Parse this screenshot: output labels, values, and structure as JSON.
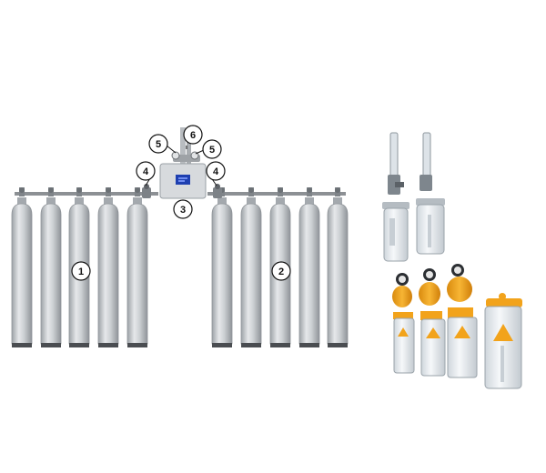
{
  "diagram": {
    "callouts": {
      "bank_left": "1",
      "bank_right": "2",
      "control_unit": "3",
      "valve_left": "4",
      "valve_right": "4",
      "gauge_left": "5",
      "gauge_right": "5",
      "outlet": "6"
    },
    "colors": {
      "cylinder_body": "#c9cdd1",
      "cylinder_base": "#4a4d51",
      "manifold_pipe": "#8c9094",
      "panel_body": "#d7dadd",
      "panel_screen": "#1e3fb0",
      "bottle_body": "#e9edf0",
      "regulator_orange": "#f2a31b",
      "flowmeter_tube": "#dde3e8"
    }
  }
}
